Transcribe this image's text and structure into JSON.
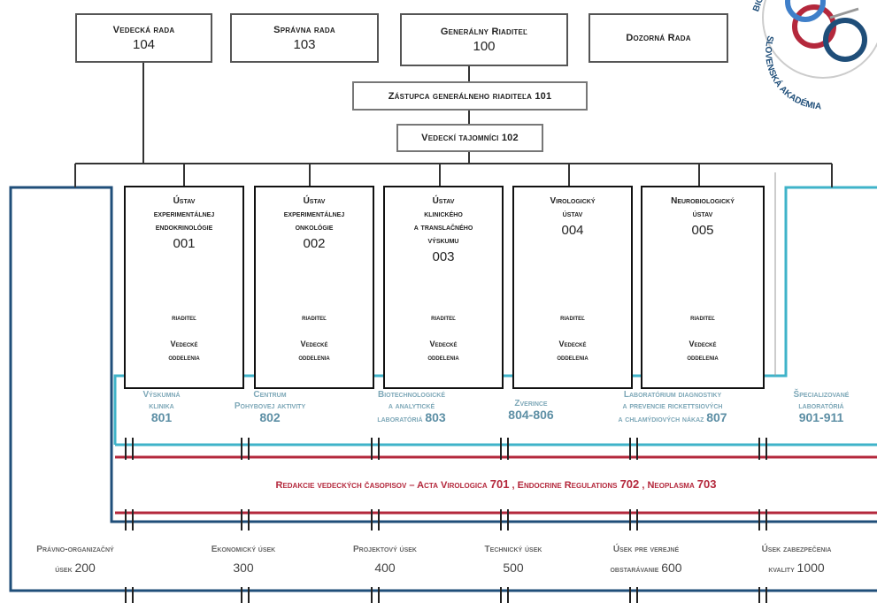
{
  "colors": {
    "teal": "#3fb3c9",
    "navy": "#1f4e79",
    "red": "#b4283c",
    "box_border": "#555555"
  },
  "top_boards": [
    {
      "label": "Vedecká rada",
      "num": "104"
    },
    {
      "label": "Správna rada",
      "num": "103"
    },
    {
      "label": "Generálny Riaditeľ",
      "num": "100"
    },
    {
      "label": "Dozorná Rada",
      "num": ""
    }
  ],
  "deputy": "Zástupca generálneho riaditeľa 101",
  "secretary": "Vedeckí tajomníci 102",
  "institutes": [
    {
      "name1": "Ústav",
      "name2": "experimentálnej",
      "name3": "endokrinológie",
      "name4": "",
      "num": "001",
      "director": "riaditeľ",
      "dep1": "Vedecké",
      "dep2": "oddelenia"
    },
    {
      "name1": "Ústav",
      "name2": "experimentálnej",
      "name3": "onkológie",
      "name4": "",
      "num": "002",
      "director": "riaditeľ",
      "dep1": "Vedecké",
      "dep2": "oddelenia"
    },
    {
      "name1": "Ústav",
      "name2": "klinického",
      "name3": "a translačného",
      "name4": "výskumu",
      "num": "003",
      "director": "riaditeľ",
      "dep1": "Vedecké",
      "dep2": "oddelenia"
    },
    {
      "name1": "Virologický",
      "name2": "ústav",
      "name3": "",
      "name4": "",
      "num": "004",
      "director": "riaditeľ",
      "dep1": "Vedecké",
      "dep2": "oddelenia"
    },
    {
      "name1": "Neurobiologický",
      "name2": "ústav",
      "name3": "",
      "name4": "",
      "num": "005",
      "director": "riaditeľ",
      "dep1": "Vedecké",
      "dep2": "oddelenia"
    }
  ],
  "services": [
    {
      "l1": "Výskumná",
      "l2": "klinika",
      "l3": "",
      "num": "801"
    },
    {
      "l1": "Centrum",
      "l2": "Pohybovej aktivity",
      "l3": "",
      "num": "802"
    },
    {
      "l1": "Biotechnologické",
      "l2": "a analytické",
      "l3": "laboratóriá",
      "num": "803"
    },
    {
      "l1": "Zverince",
      "l2": "",
      "l3": "",
      "num": "804-806"
    },
    {
      "l1": "Laboratórium diagnostiky",
      "l2": "a prevencie rickettsiových",
      "l3": "a chlamýdiových nákaz",
      "num": "807"
    },
    {
      "l1": "Špecializované",
      "l2": "laboratóriá",
      "l3": "",
      "num": "901-911"
    }
  ],
  "journals": {
    "text": "Redakcie vedeckých časopisov – Acta Virologica",
    "n1": "701",
    "text2": ", Endocrine Regulations",
    "n2": "702",
    "text3": ", Neoplasma",
    "n3": "703"
  },
  "departments": [
    {
      "l1": "Právno-organizačný",
      "l2": "úsek",
      "num": "200"
    },
    {
      "l1": "Ekonomický úsek",
      "l2": "",
      "num": "300"
    },
    {
      "l1": "Projektový úsek",
      "l2": "",
      "num": "400"
    },
    {
      "l1": "Technický úsek",
      "l2": "",
      "num": "500"
    },
    {
      "l1": "Úsek pre verejné",
      "l2": "obstarávanie",
      "num": "600"
    },
    {
      "l1": "Úsek zabezpečenia",
      "l2": "kvality",
      "num": "1000"
    }
  ],
  "logo": {
    "text1": "BIO",
    "text2": "SLOVENSKÁ AKADÉMIA",
    "icon": "organization-logo-icon"
  }
}
